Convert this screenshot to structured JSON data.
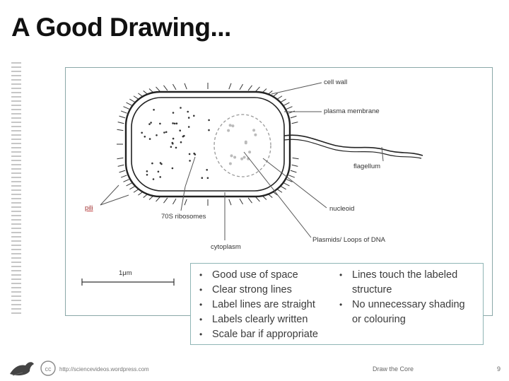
{
  "slide": {
    "title": "A Good Drawing..."
  },
  "diagram": {
    "labels": {
      "cell_wall": "cell wall",
      "plasma_membrane": "plasma membrane",
      "flagellum": "flagellum",
      "nucleoid": "nucleoid",
      "plasmids": "Plasmids/ Loops of DNA",
      "ribosomes": "70S ribosomes",
      "cytoplasm": "cytoplasm",
      "pili": "pili",
      "scale": "1μm"
    }
  },
  "rules": {
    "left": [
      "Good use of space",
      "Clear strong lines",
      "Label lines are straight",
      "Labels clearly written",
      "Scale bar if appropriate"
    ],
    "right": [
      {
        "line1": "Lines touch the labeled",
        "line2": "structure"
      },
      {
        "line1": "No unnecessary shading",
        "line2": "or colouring"
      }
    ],
    "bullet": "•"
  },
  "footer": {
    "url": "http://sciencevideos.wordpress.com",
    "center": "Draw the Core",
    "page": "9",
    "cc": "cc"
  }
}
